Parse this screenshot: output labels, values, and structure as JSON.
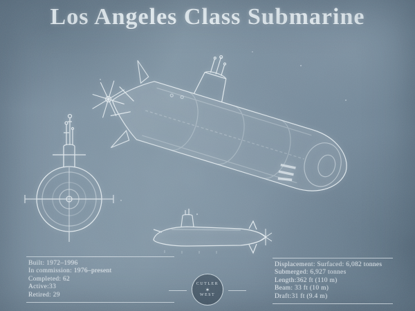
{
  "title": "Los Angeles Class Submarine",
  "specs_left": {
    "lines": [
      "Built: 1972–1996",
      "In commission: 1976–present",
      "Completed: 62",
      "Active:33",
      "Retired: 29"
    ]
  },
  "specs_right": {
    "lines": [
      "Displacement: Surfaced: 6,082 tonnes",
      "Submerged: 6,927 tonnes",
      "Length:362 ft (110 m)",
      "Beam: 33 ft (10 m)",
      "Draft:31 ft (9.4 m)"
    ]
  },
  "badge": {
    "top": "CUTLER",
    "bottom": "WEST",
    "icon": "✶"
  },
  "colors": {
    "background": "#7c90a0",
    "ink": "#e9eff3"
  }
}
